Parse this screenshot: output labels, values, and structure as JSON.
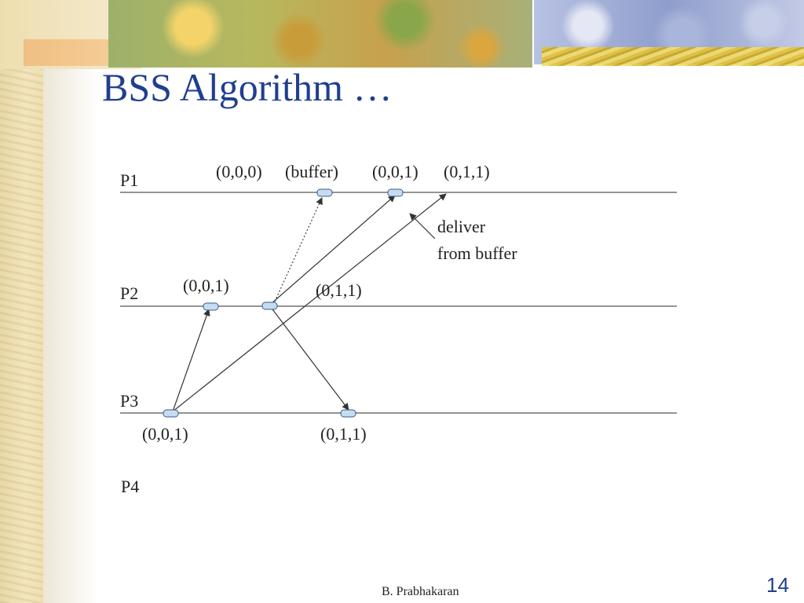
{
  "slide": {
    "title": "BSS Algorithm …",
    "footer": "B. Prabhakaran",
    "number": "14"
  },
  "diagram": {
    "processes": [
      "P1",
      "P2",
      "P3",
      "P4"
    ],
    "p1_labels": {
      "first": "(0,0,0)",
      "buffer": "(buffer)",
      "second": "(0,0,1)",
      "third": "(0,1,1)"
    },
    "annotation": {
      "line1": "deliver",
      "line2": "from buffer"
    },
    "p2_labels": {
      "first": "(0,0,1)",
      "second": "(0,1,1)"
    },
    "p3_labels": {
      "first": "(0,0,1)",
      "second": "(0,1,1)"
    }
  },
  "colors": {
    "title": "#1f3f8f",
    "event_fill": "#c6dcf0",
    "event_stroke": "#3a5a8a",
    "line": "#333333"
  }
}
